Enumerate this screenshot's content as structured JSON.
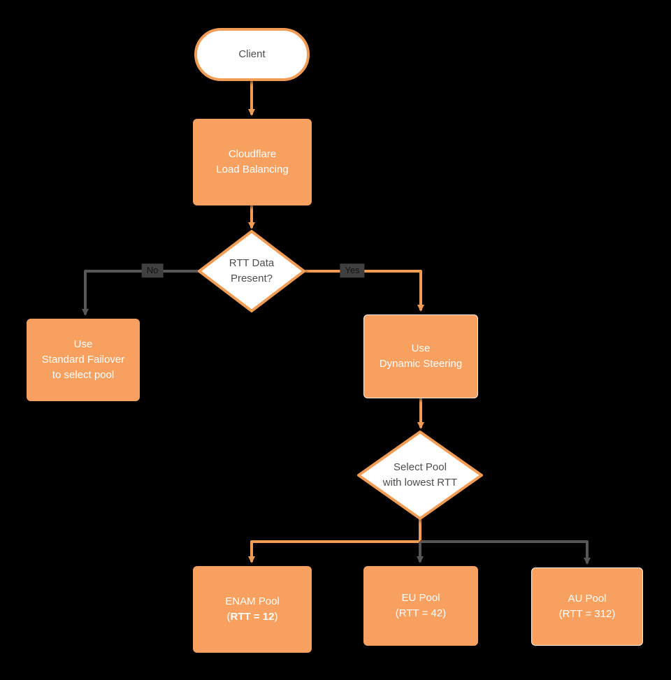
{
  "colors": {
    "background": "#000000",
    "node_fill": "#F8A05F",
    "node_stroke": "#F19C55",
    "orange_edge": "#F19C55",
    "gray_edge": "#575757",
    "node_text_light": "#FFFFFF",
    "node_text_dark": "#4D4D4D",
    "edge_label_bg": "#404040",
    "edge_label_text": "#121212"
  },
  "nodes": {
    "client": {
      "label": "Client"
    },
    "load_balancing": {
      "line1": "Cloudflare",
      "line2": "Load Balancing"
    },
    "rtt_decision": {
      "line1": "RTT Data",
      "line2": "Present?"
    },
    "standard_failover": {
      "line1": "Use",
      "line2": "Standard Failover",
      "line3": "to select pool"
    },
    "dynamic_steering": {
      "line1": "Use",
      "line2": "Dynamic Steering"
    },
    "select_pool_decision": {
      "line1": "Select Pool",
      "line2": "with lowest RTT"
    },
    "enam_pool": {
      "line1": "ENAM Pool",
      "line2_prefix": "(",
      "line2_bold": "RTT = 12",
      "line2_suffix": ")"
    },
    "eu_pool": {
      "line1": "EU Pool",
      "line2": "(RTT = 42)"
    },
    "au_pool": {
      "line1": "AU Pool",
      "line2": "(RTT = 312)"
    }
  },
  "edges": {
    "no_label": "No",
    "yes_label": "Yes"
  }
}
